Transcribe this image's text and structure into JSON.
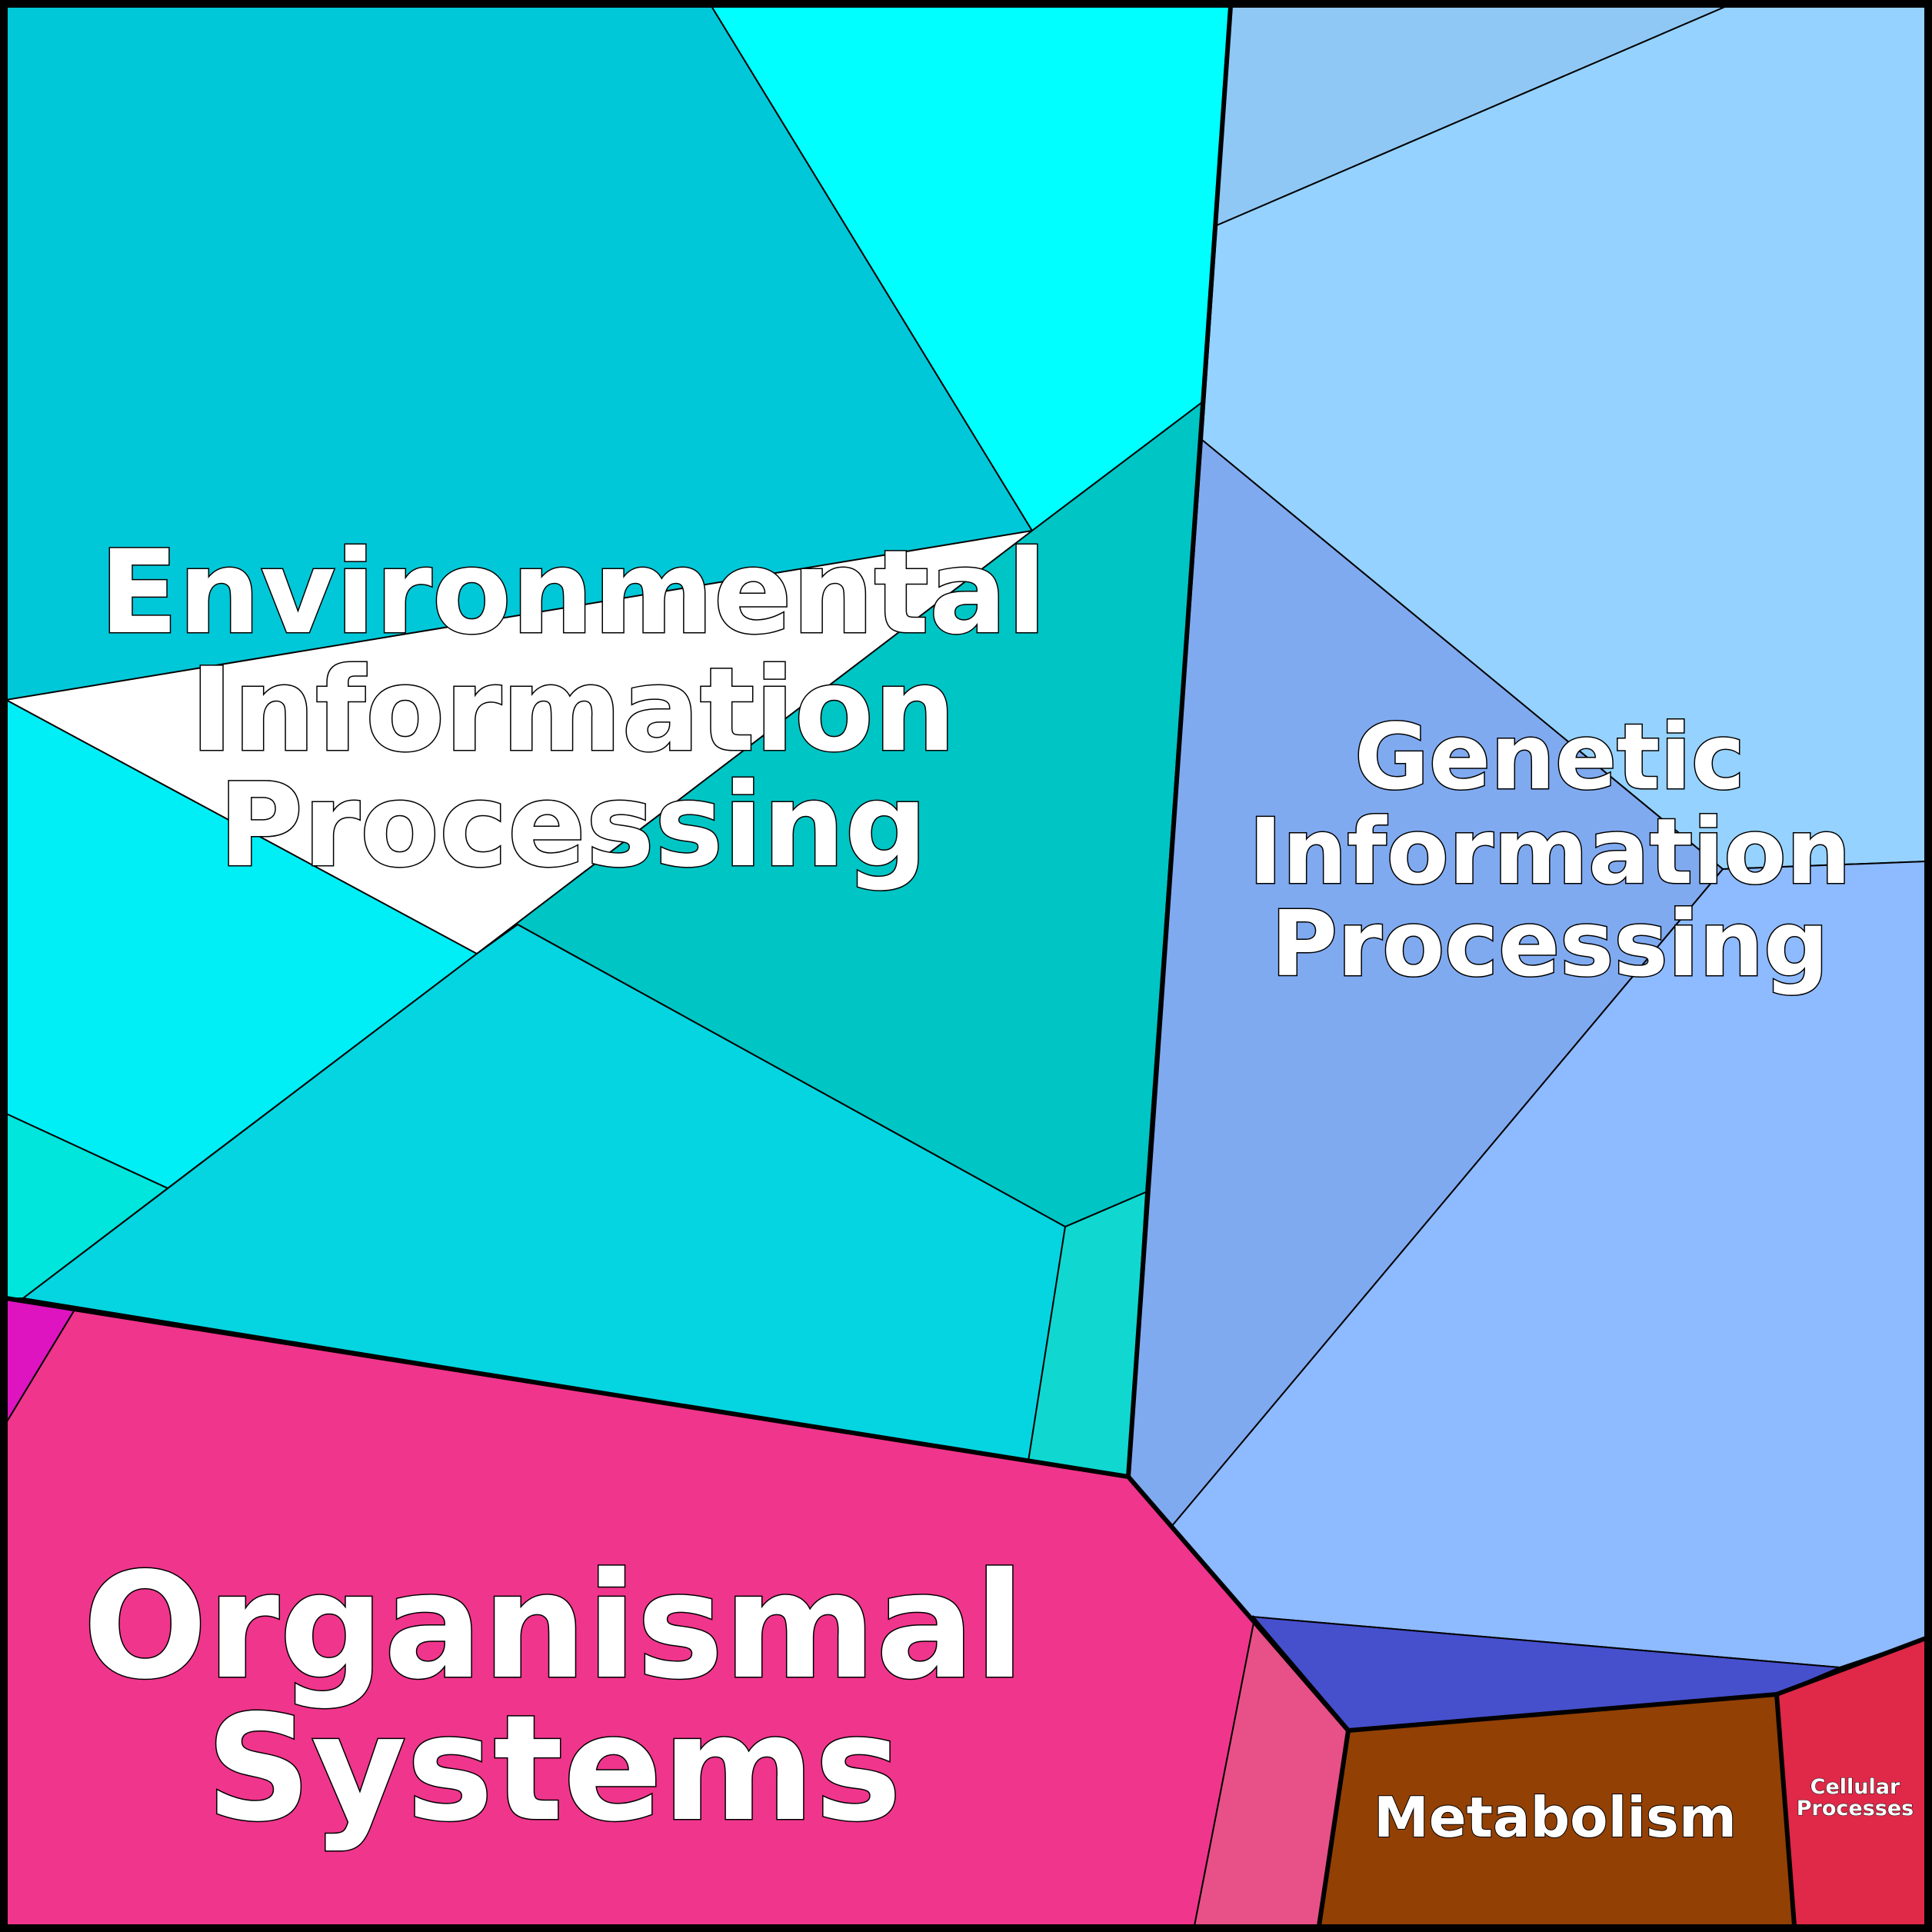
{
  "groups": {
    "environmental": {
      "label_lines": [
        "Environmental",
        "Information",
        "Processing"
      ],
      "colors": {
        "topleft": "#00c8d8",
        "topright": "#00ffff",
        "center": "#00c5c5",
        "leftband": "#00eef5",
        "lowerleft": "#00e5dc",
        "bottom": "#05d5e0",
        "sliver": "#10d8d0"
      }
    },
    "genetic": {
      "label_lines": [
        "Genetic",
        "Information",
        "Processing"
      ],
      "colors": {
        "topstrip": "#90c8f5",
        "upperright": "#95d2ff",
        "middle": "#80aaf0",
        "lowerright": "#8ebaff"
      }
    },
    "organismal": {
      "label_lines": [
        "Organismal",
        "Systems"
      ],
      "colors": {
        "main": "#f0358c",
        "magenta_corner": "#dd14c0",
        "pink_wedge": "#e85088"
      }
    },
    "metabolism": {
      "label": "Metabolism",
      "colors": {
        "main": "#924004",
        "blue_band": "#4650cc"
      }
    },
    "cellular": {
      "label_lines": [
        "Cellular",
        "Processes"
      ],
      "colors": {
        "main": "#e02848"
      }
    }
  },
  "border_color": "#000000"
}
